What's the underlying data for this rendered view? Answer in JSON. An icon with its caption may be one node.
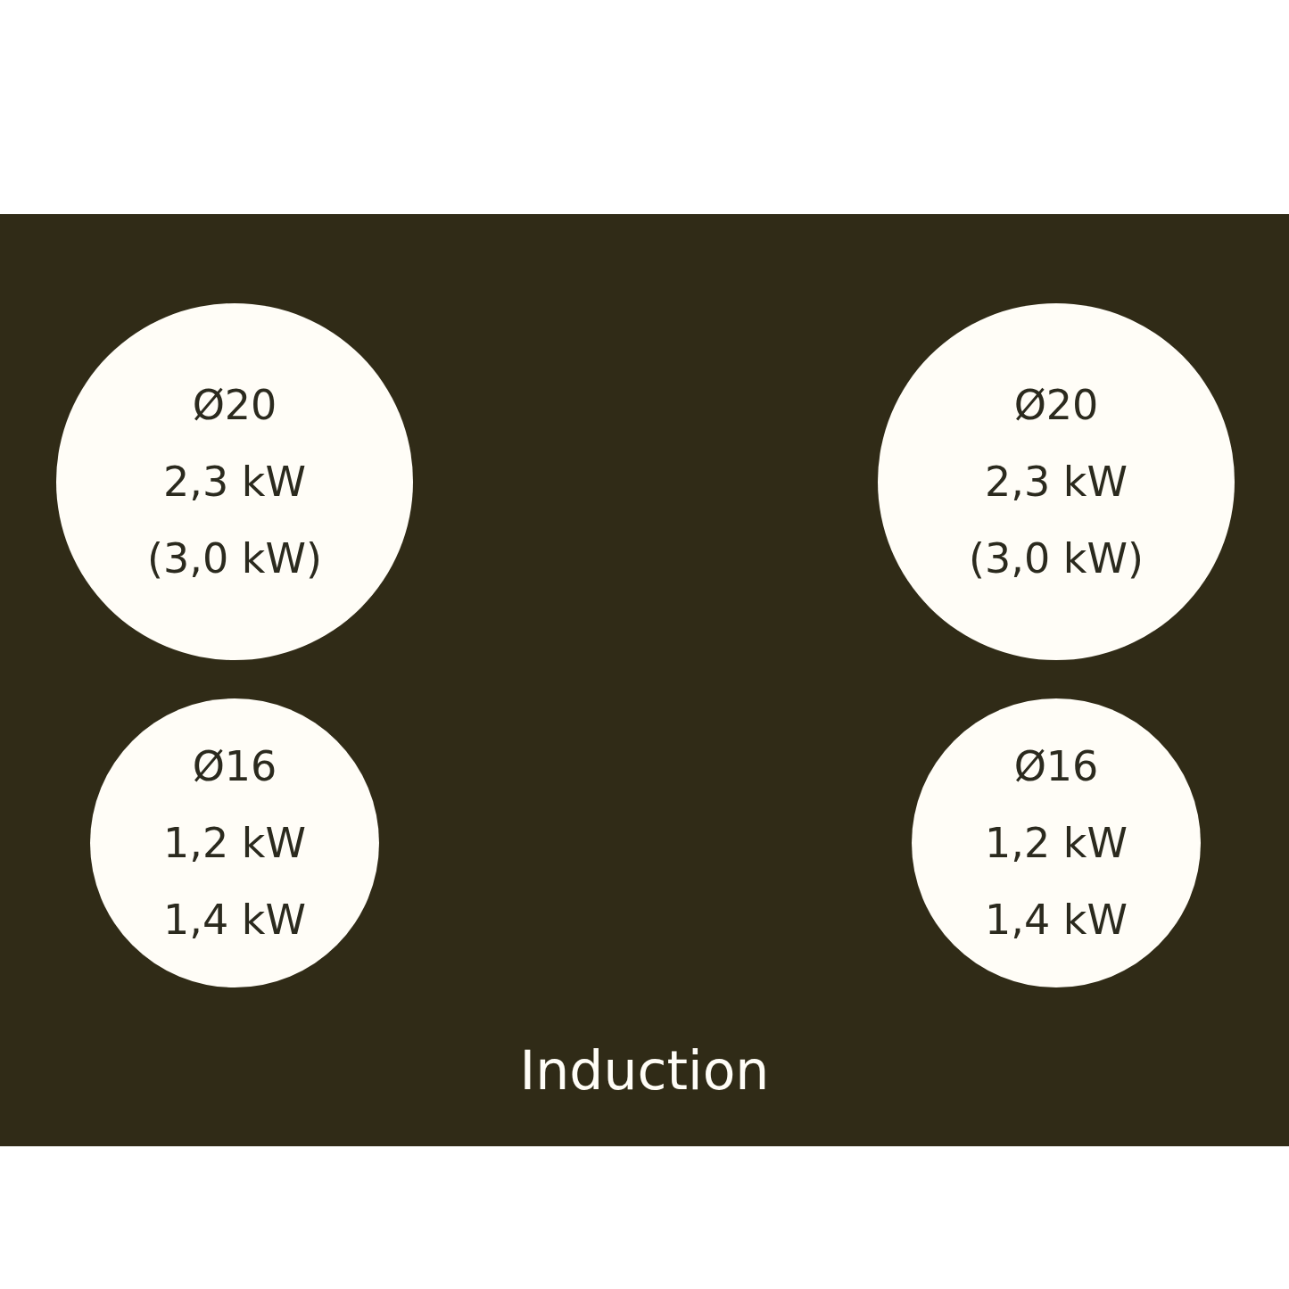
{
  "diagram": {
    "nodes": [
      {
        "text": [
          "Induction"
        ]
      },
      {
        "text": [
          "Ø20",
          "2,3 kW",
          "(3,0 kW)"
        ],
        "in": 0
      },
      {
        "text": [
          "Ø20",
          "2,3 kW",
          "(3,0 kW)"
        ],
        "in": 0
      },
      {
        "text": [
          "Ø16",
          "1,2 kW",
          "1,4 kW"
        ],
        "in": 0
      },
      {
        "text": [
          "Ø16",
          "1,2 kW",
          "1,4 kW"
        ],
        "in": 0
      }
    ]
  }
}
